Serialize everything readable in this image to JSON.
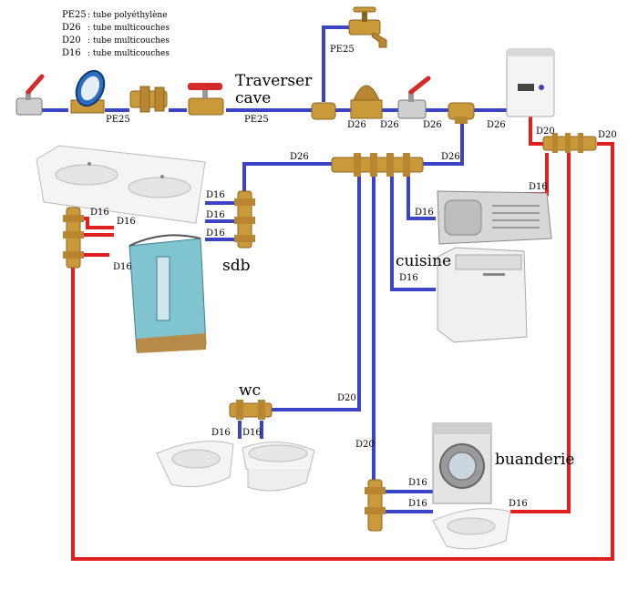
{
  "legend": [
    {
      "code": "PE25",
      "desc": ": tube polyéthylène"
    },
    {
      "code": "D26",
      "desc": ": tube multicouches"
    },
    {
      "code": "D20",
      "desc": ": tube multicouches"
    },
    {
      "code": "D16",
      "desc": ": tube multicouches"
    }
  ],
  "labels": {
    "pe25_a": "PE25",
    "pe25_b": "PE25",
    "pe25_c": "PE25",
    "traverser": "Traverser",
    "cave": "cave",
    "d26_a": "D26",
    "d26_b": "D26",
    "d26_c": "D26",
    "d26_d": "D26",
    "d26_e": "D26",
    "d26_f": "D26",
    "d20_boiler": "D20",
    "d20_right": "D20",
    "d20_wc": "D20",
    "d20_laundry": "D20",
    "d16_sdb_1": "D16",
    "d16_sdb_2": "D16",
    "d16_sdb_3": "D16",
    "d16_shower_1": "D16",
    "d16_shower_2": "D16",
    "d16_shower_3": "D16",
    "d16_sink": "D16",
    "d16_dishwasher": "D16",
    "d16_boiler": "D16",
    "d16_wc_1": "D16",
    "d16_wc_2": "D16",
    "d16_laundry_1": "D16",
    "d16_laundry_2": "D16",
    "d16_laundry_3": "D16",
    "sdb": "sdb",
    "cuisine": "cuisine",
    "wc": "wc",
    "buanderie": "buanderie"
  },
  "colors": {
    "cold_pipe": "#3a44c4",
    "hot_pipe": "#e02020",
    "brass": "#c9993a",
    "valve_red": "#d42a2a",
    "ceramic": "#f2f2f2"
  },
  "icons": [
    "ball-valve-icon",
    "water-meter-icon",
    "manifold-icon",
    "tap-icon",
    "pressure-reducer-icon",
    "boiler-icon",
    "double-sink-icon",
    "shower-cabin-icon",
    "kitchen-sink-icon",
    "dishwasher-icon",
    "washbasin-icon",
    "toilet-icon",
    "washing-machine-icon"
  ]
}
